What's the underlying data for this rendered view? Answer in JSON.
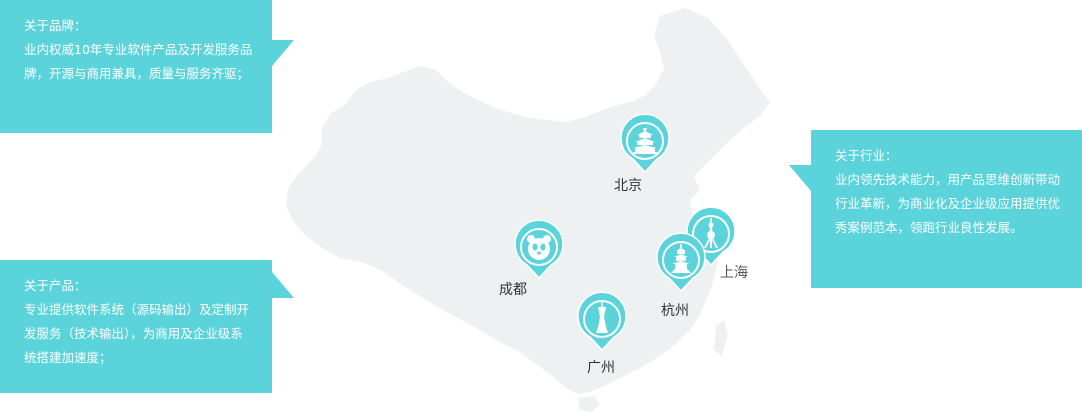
{
  "cards": {
    "brand": {
      "heading": "关于品牌：",
      "body": "业内权威10年专业软件产品及开发服务品牌，开源与商用兼具，质量与服务齐驱；"
    },
    "product": {
      "heading": "关于产品：",
      "body": "专业提供软件系统（源码输出）及定制开发服务（技术输出），为商用及企业级系统搭建加速度；"
    },
    "industry": {
      "heading": "关于行业：",
      "body": "业内领先技术能力，用产品思维创新带动行业革新，为商业化及企业级应用提供优秀案例范本，领跑行业良性发展。"
    }
  },
  "cities": {
    "beijing": "北京",
    "chengdu": "成都",
    "hangzhou": "杭州",
    "shanghai": "上海",
    "guangzhou": "广州"
  },
  "icons": {
    "beijing": "temple-of-heaven-icon",
    "chengdu": "panda-icon",
    "hangzhou": "pagoda-icon",
    "shanghai": "pearl-tower-icon",
    "guangzhou": "canton-tower-icon"
  },
  "colors": {
    "accent": "#5bd3db",
    "map_fill": "#eef1f2",
    "text": "#333333"
  }
}
